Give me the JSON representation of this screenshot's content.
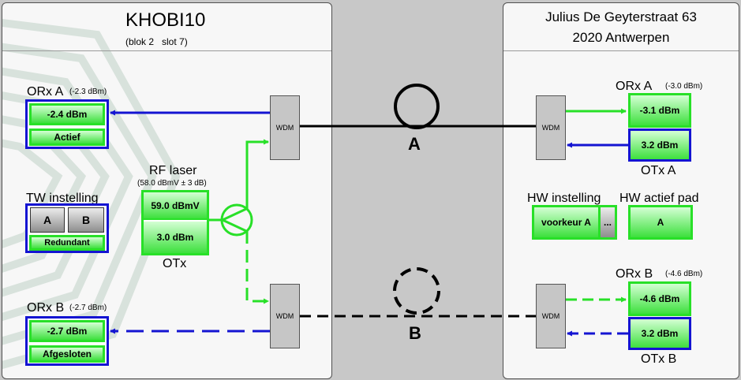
{
  "left": {
    "title": "KHOBI10",
    "subtitle": "(blok 2   slot 7)",
    "orx_a": {
      "label": "ORx A",
      "ref": "(-2.3 dBm)",
      "value": "-2.4 dBm",
      "status": "Actief"
    },
    "rf_laser": {
      "label": "RF laser",
      "spec": "(58.0 dBmV ± 3 dB)",
      "value1": "59.0 dBmV",
      "value2": "3.0 dBm",
      "otx_label": "OTx"
    },
    "tw": {
      "label": "TW instelling",
      "btn_a": "A",
      "btn_b": "B",
      "mode": "Redundant"
    },
    "orx_b": {
      "label": "ORx B",
      "ref": "(-2.7 dBm)",
      "value": "-2.7 dBm",
      "status": "Afgesloten"
    },
    "wdm_top": "WDM",
    "wdm_bottom": "WDM"
  },
  "middle": {
    "path_a": "A",
    "path_b": "B"
  },
  "right": {
    "address_line1": "Julius De Geyterstraat 63",
    "address_line2": "2020 Antwerpen",
    "orx_a": {
      "label": "ORx A",
      "ref": "(-3.0 dBm)",
      "value": "-3.1 dBm"
    },
    "otx_a": {
      "value": "3.2 dBm",
      "label": "OTx A"
    },
    "hw_instelling": {
      "label": "HW instelling",
      "value": "voorkeur A",
      "more": "..."
    },
    "hw_actief": {
      "label": "HW actief pad",
      "value": "A"
    },
    "orx_b": {
      "label": "ORx B",
      "ref": "(-4.6 dBm)",
      "value": "-4.6 dBm"
    },
    "otx_b": {
      "value": "3.2 dBm",
      "label": "OTx B"
    },
    "wdm_top": "WDM",
    "wdm_bottom": "WDM"
  },
  "colors": {
    "blue": "#1414d2",
    "green": "#28e028",
    "fill_light": "#d4ffd4",
    "fill_dark": "#3de03d",
    "background": "#c8c8c8"
  },
  "icons": [
    "fiber-loop-a-icon",
    "fiber-loop-b-icon",
    "splitter-icon",
    "spiral-watermark-icon"
  ]
}
